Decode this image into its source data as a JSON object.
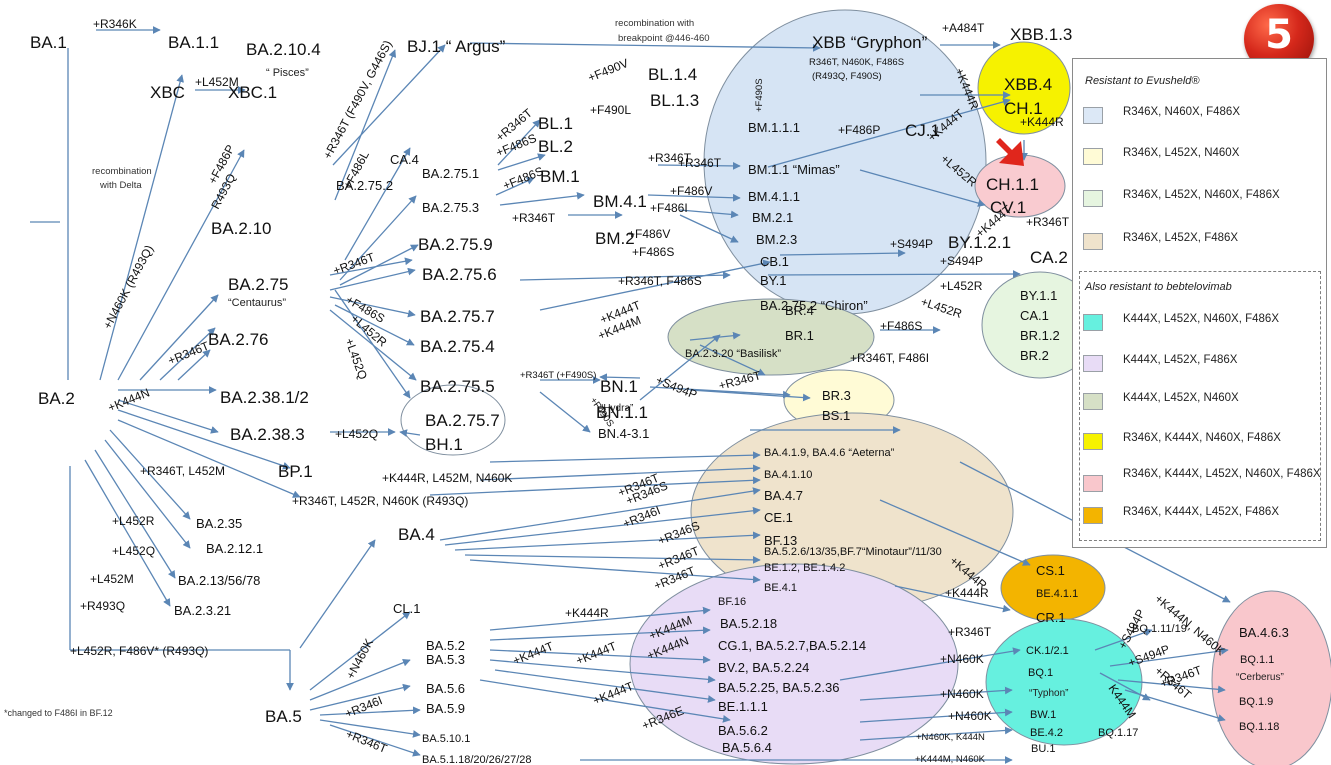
{
  "badge_number": "5",
  "footnote": "*changed to F486I in BF.12",
  "legend": {
    "title1": "Resistant to Evusheld®",
    "title2": "Also resistant to bebtelovimab",
    "entries": [
      {
        "color": "#dce8f6",
        "text": "R346X, N460X, F486X"
      },
      {
        "color": "#fffbd6",
        "text": "R346X, L452X, N460X"
      },
      {
        "color": "#e6f5e0",
        "text": "R346X, L452X, N460X, F486X"
      },
      {
        "color": "#efe3cc",
        "text": "R346X, L452X, F486X"
      },
      {
        "color": "#66f0df",
        "text": "K444X, L452X, N460X, F486X"
      },
      {
        "color": "#e8dcf6",
        "text": "K444X, L452X, F486X"
      },
      {
        "color": "#d6e0c6",
        "text": "K444X, L452X, N460X"
      },
      {
        "color": "#f6f200",
        "text": "R346X, K444X, N460X, F486X"
      },
      {
        "color": "#f9c7cc",
        "text": "R346X, K444X, L452X, N460X, F486X"
      },
      {
        "color": "#f3b400",
        "text": "R346X, K444X, L452X, F486X"
      }
    ]
  },
  "diagram": {
    "lineColor": "#5b86b5",
    "regions": [
      {
        "id": "xbb-region",
        "fill": "#d6e4f4"
      },
      {
        "id": "xbb4-region",
        "fill": "#f6f200"
      },
      {
        "id": "ch11-region",
        "fill": "#f9cbd0"
      },
      {
        "id": "by11-region",
        "fill": "#e6f5e0"
      },
      {
        "id": "br4-region",
        "fill": "#d6e0c6"
      },
      {
        "id": "br3-region",
        "fill": "#fffbd6"
      },
      {
        "id": "bh1-region",
        "fill": "#ffffff"
      },
      {
        "id": "ba4-region",
        "fill": "#efe3cc"
      },
      {
        "id": "cs1-region",
        "fill": "#f3b400"
      },
      {
        "id": "ba52-region",
        "fill": "#e8dcf6"
      },
      {
        "id": "bq1-region",
        "fill": "#66f0df"
      },
      {
        "id": "ba463-region",
        "fill": "#f9c7cc"
      }
    ],
    "labels": [
      {
        "t": "BA.1",
        "c": "lineage"
      },
      {
        "t": "+R346K",
        "c": "mut"
      },
      {
        "t": "BA.1.1",
        "c": "lineage"
      },
      {
        "t": "XBC",
        "c": "lineage"
      },
      {
        "t": "+L452M",
        "c": "mut"
      },
      {
        "t": "XBC.1",
        "c": "lineage"
      },
      {
        "t": "recombination",
        "c": "note"
      },
      {
        "t": "with Delta",
        "c": "note"
      },
      {
        "t": "BA.2.10.4",
        "c": "lineage"
      },
      {
        "t": "“ Pisces”",
        "c": "nick"
      },
      {
        "t": "+F486P",
        "c": "mut"
      },
      {
        "t": "R493Q",
        "c": "mut"
      },
      {
        "t": "BA.2.10",
        "c": "lineage"
      },
      {
        "t": "+R346T (F490V, G446S)",
        "c": "mut"
      },
      {
        "t": "BJ.1 “ Argus”",
        "c": "lineage"
      },
      {
        "t": "+F486L",
        "c": "mut"
      },
      {
        "t": "CA.4",
        "c": "lineage-s"
      },
      {
        "t": "BA.2.75.2",
        "c": "lineage-s"
      },
      {
        "t": "recombination with",
        "c": "note"
      },
      {
        "t": "breakpoint @446-460",
        "c": "note"
      },
      {
        "t": "XBB “Gryphon”",
        "c": "lineage"
      },
      {
        "t": "+A484T",
        "c": "mut"
      },
      {
        "t": "XBB.1.3",
        "c": "lineage"
      },
      {
        "t": "R346T, N460K, F486S",
        "c": "mut-s"
      },
      {
        "t": "(R493Q, F490S)",
        "c": "mut-s"
      },
      {
        "t": "+K444R",
        "c": "mut"
      },
      {
        "t": "XBB.4",
        "c": "lineage"
      },
      {
        "t": "CH.1",
        "c": "lineage"
      },
      {
        "t": "+F490V",
        "c": "mut"
      },
      {
        "t": "BL.1.4",
        "c": "lineage"
      },
      {
        "t": "+R346T",
        "c": "mut"
      },
      {
        "t": "BL.1",
        "c": "lineage"
      },
      {
        "t": "BL.2",
        "c": "lineage"
      },
      {
        "t": "+F490L",
        "c": "mut"
      },
      {
        "t": "BL.1.3",
        "c": "lineage"
      },
      {
        "t": "BM.1.1.1",
        "c": "lineage-s"
      },
      {
        "t": "+F486P",
        "c": "mut"
      },
      {
        "t": "CJ.1",
        "c": "lineage"
      },
      {
        "t": "+F490S",
        "c": "mut-s"
      },
      {
        "t": "BA.2.75.1",
        "c": "lineage-s"
      },
      {
        "t": "+F486S",
        "c": "mut"
      },
      {
        "t": "BM.1",
        "c": "lineage"
      },
      {
        "t": "+R346T",
        "c": "mut"
      },
      {
        "t": "BM.1.1 “Mimas”",
        "c": "lineage-s"
      },
      {
        "t": "+K444T",
        "c": "mut"
      },
      {
        "t": "+L452R",
        "c": "mut"
      },
      {
        "t": "+F486S",
        "c": "mut"
      },
      {
        "t": "BM.4.1",
        "c": "lineage"
      },
      {
        "t": "+R346T",
        "c": "mut"
      },
      {
        "t": "BM.4.1.1",
        "c": "lineage-s"
      },
      {
        "t": "BA.2.75.3",
        "c": "lineage-s"
      },
      {
        "t": "+F486V",
        "c": "mut"
      },
      {
        "t": "BM.2.1",
        "c": "lineage-s"
      },
      {
        "t": "+R346T",
        "c": "mut"
      },
      {
        "t": "BM.2",
        "c": "lineage"
      },
      {
        "t": "+F486I",
        "c": "mut"
      },
      {
        "t": "BM.2.3",
        "c": "lineage-s"
      },
      {
        "t": "CH.1.1",
        "c": "lineage"
      },
      {
        "t": "CV.1",
        "c": "lineage"
      },
      {
        "t": "BA.2.75.9",
        "c": "lineage"
      },
      {
        "t": "+F486V",
        "c": "mut"
      },
      {
        "t": "CB.1",
        "c": "lineage-s"
      },
      {
        "t": "+S494P",
        "c": "mut"
      },
      {
        "t": "BY.1.2.1",
        "c": "lineage"
      },
      {
        "t": "BA.2.75",
        "c": "lineage"
      },
      {
        "t": "“Centaurus”",
        "c": "nick"
      },
      {
        "t": "+R346T",
        "c": "mut"
      },
      {
        "t": "BA.2.75.6",
        "c": "lineage"
      },
      {
        "t": "+F486S",
        "c": "mut"
      },
      {
        "t": "BY.1",
        "c": "lineage-s"
      },
      {
        "t": "+S494P",
        "c": "mut"
      },
      {
        "t": "CA.2",
        "c": "lineage"
      },
      {
        "t": "+R346T, F486S",
        "c": "mut"
      },
      {
        "t": "BA.2.75.2 “Chiron”",
        "c": "lineage-s"
      },
      {
        "t": "+L452R",
        "c": "mut"
      },
      {
        "t": "+L452R",
        "c": "mut"
      },
      {
        "t": "BY.1.1",
        "c": "lineage-s"
      },
      {
        "t": "CA.1",
        "c": "lineage-s"
      },
      {
        "t": "+F486S",
        "c": "mut"
      },
      {
        "t": "BA.2.75.7",
        "c": "lineage"
      },
      {
        "t": "+K444T",
        "c": "mut"
      },
      {
        "t": "BR.4",
        "c": "lineage-s"
      },
      {
        "t": "+N460K (R493Q)",
        "c": "mut"
      },
      {
        "t": "+L452R",
        "c": "mut"
      },
      {
        "t": "BA.2.75.4",
        "c": "lineage"
      },
      {
        "t": "+K444M",
        "c": "mut"
      },
      {
        "t": "BR.1",
        "c": "lineage-s"
      },
      {
        "t": "+F486S",
        "c": "mut"
      },
      {
        "t": "BR.1.2",
        "c": "lineage-s"
      },
      {
        "t": "BA.2.76",
        "c": "lineage"
      },
      {
        "t": "+R346T",
        "c": "mut"
      },
      {
        "t": "+L452Q",
        "c": "mut"
      },
      {
        "t": "BA.2.3.20 “Basilisk”",
        "c": "lineage-xs"
      },
      {
        "t": "+R346T, F486I",
        "c": "mut"
      },
      {
        "t": "BR.2",
        "c": "lineage-s"
      },
      {
        "t": "BA.2",
        "c": "lineage"
      },
      {
        "t": "BA.2.75.5",
        "c": "lineage"
      },
      {
        "t": "+R346T (+F490S)",
        "c": "mut-s"
      },
      {
        "t": "BN.1",
        "c": "lineage"
      },
      {
        "t": "+S494P",
        "c": "mut"
      },
      {
        "t": "+R346T",
        "c": "mut"
      },
      {
        "t": "BR.3",
        "c": "lineage-s"
      },
      {
        "t": "“Hydra”",
        "c": "nick-s"
      },
      {
        "t": "BN.1.1",
        "c": "lineage"
      },
      {
        "t": "BS.1",
        "c": "lineage-s"
      },
      {
        "t": "+K444N",
        "c": "mut"
      },
      {
        "t": "BA.2.38.1/2",
        "c": "lineage"
      },
      {
        "t": "+F490S",
        "c": "mut-s"
      },
      {
        "t": "BA.2.75.7",
        "c": "lineage"
      },
      {
        "t": "BN.4-3.1",
        "c": "lineage-s"
      },
      {
        "t": "BA.2.38.3",
        "c": "lineage"
      },
      {
        "t": "+L452Q",
        "c": "mut"
      },
      {
        "t": "BH.1",
        "c": "lineage"
      },
      {
        "t": "+R346T, L452M",
        "c": "mut"
      },
      {
        "t": "BP.1",
        "c": "lineage"
      },
      {
        "t": "+K444R, L452M, N460K",
        "c": "mut"
      },
      {
        "t": "+R346T, L452R, N460K (R493Q)",
        "c": "mut"
      },
      {
        "t": "BA.4.1.9, BA.4.6 “Aeterna”",
        "c": "lineage-xs"
      },
      {
        "t": "BA.4.1.10",
        "c": "lineage-xs"
      },
      {
        "t": "+R346T",
        "c": "mut"
      },
      {
        "t": "BA.4.7",
        "c": "lineage-s"
      },
      {
        "t": "+R346S",
        "c": "mut"
      },
      {
        "t": "+R346I",
        "c": "mut"
      },
      {
        "t": "CE.1",
        "c": "lineage-s"
      },
      {
        "t": "BF.13",
        "c": "lineage-s"
      },
      {
        "t": "+L452R",
        "c": "mut"
      },
      {
        "t": "BA.2.35",
        "c": "lineage-s"
      },
      {
        "t": "BA.4",
        "c": "lineage"
      },
      {
        "t": "+L452Q",
        "c": "mut"
      },
      {
        "t": "BA.2.12.1",
        "c": "lineage-s"
      },
      {
        "t": "+R346S",
        "c": "mut"
      },
      {
        "t": "BA.5.2.6/13/35,BF.7“Minotaur”/11/30",
        "c": "lineage-xs"
      },
      {
        "t": "+L452M",
        "c": "mut"
      },
      {
        "t": "BA.2.13/56/78",
        "c": "lineage-s"
      },
      {
        "t": "+R346T",
        "c": "mut"
      },
      {
        "t": "BE.1.2, BE.1.4.2",
        "c": "lineage-xs"
      },
      {
        "t": "+K444R",
        "c": "mut"
      },
      {
        "t": "CS.1",
        "c": "lineage-s"
      },
      {
        "t": "+R346T",
        "c": "mut"
      },
      {
        "t": "BE.4.1",
        "c": "lineage-xs"
      },
      {
        "t": "+K444R",
        "c": "mut"
      },
      {
        "t": "BE.4.1.1",
        "c": "lineage-xs"
      },
      {
        "t": "+R493Q",
        "c": "mut"
      },
      {
        "t": "BA.2.3.21",
        "c": "lineage-s"
      },
      {
        "t": "CL.1",
        "c": "lineage-s"
      },
      {
        "t": "+K444R",
        "c": "mut"
      },
      {
        "t": "BF.16",
        "c": "lineage-xs"
      },
      {
        "t": "CR.1",
        "c": "lineage-s"
      },
      {
        "t": "BA.5.2",
        "c": "lineage-s"
      },
      {
        "t": "BA.5.2.18",
        "c": "lineage-s"
      },
      {
        "t": "+R346T",
        "c": "mut"
      },
      {
        "t": "+K444N, N460K",
        "c": "mut"
      },
      {
        "t": "BA.4.6.3",
        "c": "lineage-s"
      },
      {
        "t": "+L452R, F486V* (R493Q)",
        "c": "mut"
      },
      {
        "t": "+N460K",
        "c": "mut"
      },
      {
        "t": "+K444M",
        "c": "mut"
      },
      {
        "t": "CG.1, BA.5.2.7,BA.5.2.14",
        "c": "lineage-s"
      },
      {
        "t": "BQ.1.11/19",
        "c": "lineage-xs"
      },
      {
        "t": "+N460K",
        "c": "mut"
      },
      {
        "t": "CK.1/2.1",
        "c": "lineage-xs"
      },
      {
        "t": "BQ.1.1",
        "c": "lineage-xs"
      },
      {
        "t": "“Cerberus”",
        "c": "nick-s"
      },
      {
        "t": "+K444N",
        "c": "mut"
      },
      {
        "t": "BV.2, BA.5.2.24",
        "c": "lineage-s"
      },
      {
        "t": "+S494P",
        "c": "mut"
      },
      {
        "t": "BA.5.3",
        "c": "lineage-s"
      },
      {
        "t": "+K444T",
        "c": "mut"
      },
      {
        "t": "+K444T",
        "c": "mut"
      },
      {
        "t": "BQ.1",
        "c": "lineage-xs"
      },
      {
        "t": "“Typhon”",
        "c": "nick-s"
      },
      {
        "t": "BA.5.2.25, BA.5.2.36",
        "c": "lineage-s"
      },
      {
        "t": "+R346T",
        "c": "mut"
      },
      {
        "t": "K444M",
        "c": "mut"
      },
      {
        "t": "BA.5.6",
        "c": "lineage-s"
      },
      {
        "t": "+N460K",
        "c": "mut"
      },
      {
        "t": "BE.1.1.1",
        "c": "lineage-s"
      },
      {
        "t": "BQ.1.9",
        "c": "lineage-xs"
      },
      {
        "t": "+K444T",
        "c": "mut"
      },
      {
        "t": "BW.1",
        "c": "lineage-xs"
      },
      {
        "t": "BA.5",
        "c": "lineage"
      },
      {
        "t": "+R346I",
        "c": "mut"
      },
      {
        "t": "BA.5.9",
        "c": "lineage-s"
      },
      {
        "t": "+R346E",
        "c": "mut"
      },
      {
        "t": "BA.5.6.2",
        "c": "lineage-s"
      },
      {
        "t": "+N460K",
        "c": "mut"
      },
      {
        "t": "BE.4.2",
        "c": "lineage-xs"
      },
      {
        "t": "BQ.1.17",
        "c": "lineage-xs"
      },
      {
        "t": "BQ.1.18",
        "c": "lineage-xs"
      },
      {
        "t": "+R346T",
        "c": "mut"
      },
      {
        "t": "BA.5.10.1",
        "c": "lineage-xs"
      },
      {
        "t": "BA.5.6.4",
        "c": "lineage-s"
      },
      {
        "t": "+N460K, K444N",
        "c": "mut-s"
      },
      {
        "t": "BU.1",
        "c": "lineage-xs"
      },
      {
        "t": "BA.5.1.18/20/26/27/28",
        "c": "lineage-xs"
      },
      {
        "t": "+K444M, N460K",
        "c": "mut-s"
      },
      {
        "t": "+L452R",
        "c": "mut"
      },
      {
        "t": "+K444T",
        "c": "mut"
      },
      {
        "t": "+R346T",
        "c": "mut"
      },
      {
        "t": "+K444R",
        "c": "mut"
      },
      {
        "t": "+S494P",
        "c": "mut"
      },
      {
        "t": "+R346T",
        "c": "mut"
      }
    ]
  }
}
